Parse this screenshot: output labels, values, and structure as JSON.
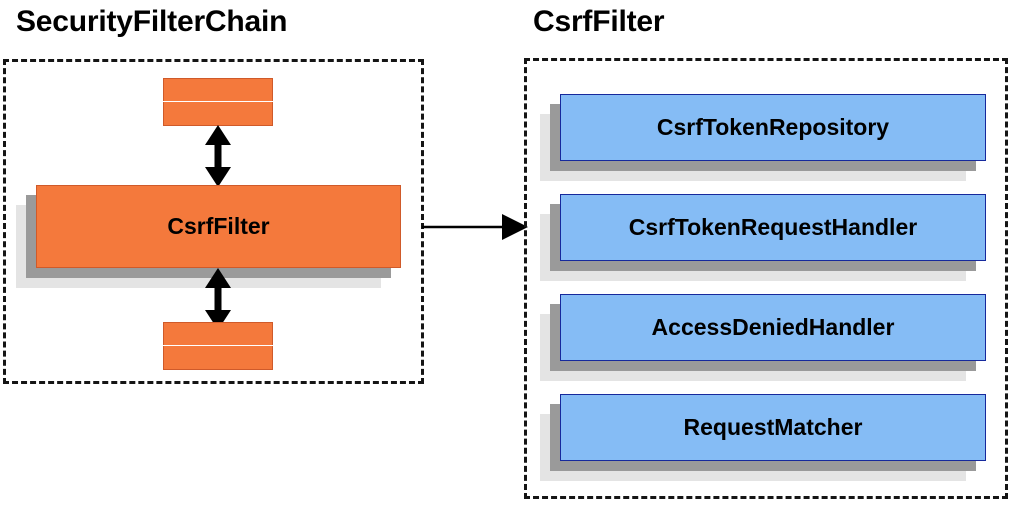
{
  "diagram": {
    "type": "architecture-block-diagram",
    "background": "#ffffff",
    "colors": {
      "orange_fill": "#f4793c",
      "orange_border": "#cf5a2a",
      "blue_fill": "#85bcf5",
      "blue_border": "#16299c",
      "shadow_near": "#9a9a9a",
      "shadow_far": "#e4e4e4",
      "frame_stroke": "#151515",
      "arrow": "#000000",
      "text": "#000000"
    },
    "panels": [
      {
        "id": "security-filter-chain",
        "title": "SecurityFilterChain",
        "style": "dashed-border"
      },
      {
        "id": "csrf-filter",
        "title": "CsrfFilter",
        "style": "dashed-border"
      }
    ]
  },
  "left_panel": {
    "title": "SecurityFilterChain",
    "top_filters": [
      {
        "id": "upper-filter-1",
        "label": ""
      },
      {
        "id": "upper-filter-2",
        "label": ""
      }
    ],
    "main_box": {
      "id": "csrf-filter-box",
      "label": "CsrfFilter"
    },
    "bottom_filters": [
      {
        "id": "lower-filter-1",
        "label": ""
      },
      {
        "id": "lower-filter-2",
        "label": ""
      }
    ],
    "connectors": [
      {
        "id": "upper-chain-link",
        "kind": "double-arrow",
        "orientation": "vertical"
      },
      {
        "id": "lower-chain-link",
        "kind": "double-arrow",
        "orientation": "vertical"
      }
    ]
  },
  "right_panel": {
    "title": "CsrfFilter",
    "collaborators": [
      {
        "id": "csrf-token-repository",
        "label": "CsrfTokenRepository"
      },
      {
        "id": "csrf-token-request-handler",
        "label": "CsrfTokenRequestHandler"
      },
      {
        "id": "access-denied-handler",
        "label": "AccessDeniedHandler"
      },
      {
        "id": "request-matcher",
        "label": "RequestMatcher"
      }
    ]
  },
  "cross_panel_connector": {
    "id": "expansion-arrow",
    "kind": "single-arrow",
    "orientation": "horizontal",
    "from": "security-filter-chain",
    "to": "csrf-filter"
  }
}
